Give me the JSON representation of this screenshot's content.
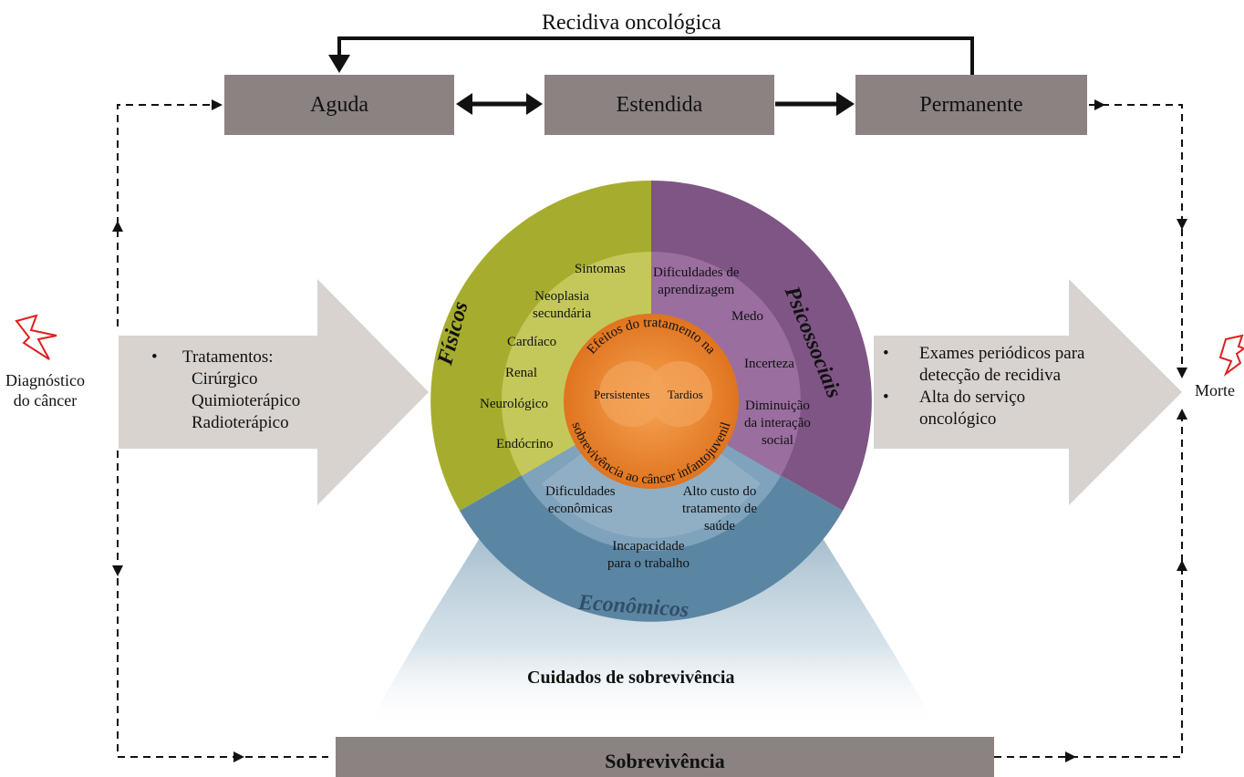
{
  "title_top": "Recidiva oncológica",
  "phases": [
    "Aguda",
    "Estendida",
    "Permanente"
  ],
  "diagnosis": {
    "line1": "Diagnóstico",
    "line2": "do  câncer",
    "icon": "lightning-icon"
  },
  "death": {
    "label": "Morte",
    "icon": "lightning-icon"
  },
  "left_arrow": {
    "heading": "Tratamentos:",
    "items": [
      "Cirúrgico",
      "Quimioterápico",
      "Radioterápico"
    ]
  },
  "right_arrow": {
    "items": [
      [
        "Exames periódicos para",
        "detecção de recidiva"
      ],
      [
        "Alta do serviço",
        "oncológico"
      ]
    ]
  },
  "sectors": {
    "fisicos": "Físicos",
    "psicossociais": "Psicossociais",
    "economicos": "Econômicos"
  },
  "fisicos_items": [
    "Sintomas",
    "Neoplasia",
    "secundária",
    "Cardíaco",
    "Renal",
    "Neurológico",
    "Endócrino"
  ],
  "psico_items": [
    "Dificuldades de",
    "aprendizagem",
    "Medo",
    "Incerteza",
    "Diminuição",
    "da interação",
    "social"
  ],
  "econ_items": [
    "Dificuldades",
    "econômicas",
    "Alto custo do",
    "tratamento de",
    "saúde",
    "Incapacidade",
    "para o trabalho"
  ],
  "center": {
    "top_arc": "Efeitos do tratamento na",
    "bottom_arc": "sobrevivência ao câncer infantojuvenil",
    "left": "Persistentes",
    "right": "Tardios"
  },
  "care_label": "Cuidados de sobrevivência",
  "bottom_bar": "Sobrevivência",
  "colors": {
    "box_gray": "#8b8282",
    "arrow_gray": "#d8d3cf",
    "olive": "#a6ad2e",
    "purple": "#7e5585",
    "blue": "#5b86a3",
    "orange": "#e9832a",
    "lightning": "#e01f1f"
  }
}
